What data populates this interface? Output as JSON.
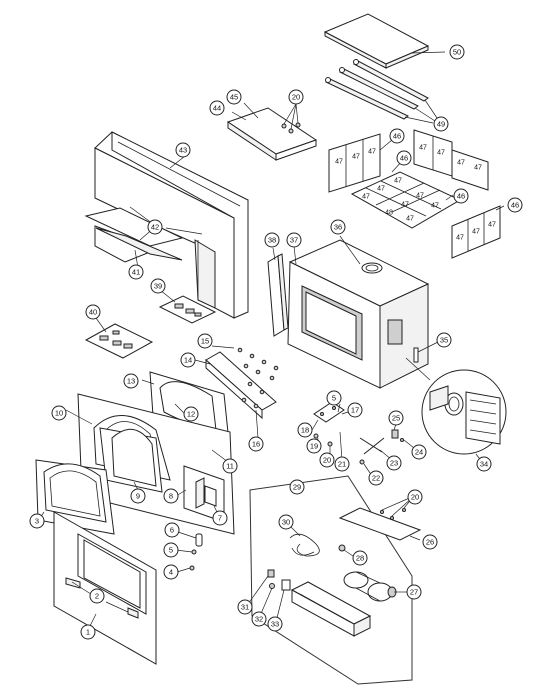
{
  "diagram": {
    "labels": {
      "p1": "1",
      "p2": "2",
      "p3": "3",
      "p4": "4",
      "p5": "5",
      "p6": "6",
      "p7": "7",
      "p8": "8",
      "p9": "9",
      "p10": "10",
      "p11": "11",
      "p12": "12",
      "p13": "13",
      "p14": "14",
      "p15": "15",
      "p16": "16",
      "p17": "17",
      "p18": "18",
      "p19": "19",
      "p20a": "20",
      "p20b": "20",
      "p20c": "20",
      "p21": "21",
      "p22": "22",
      "p23": "23",
      "p24": "24",
      "p25": "25",
      "p26": "26",
      "p27": "27",
      "p28": "28",
      "p29": "29",
      "p30": "30",
      "p31": "31",
      "p32": "32",
      "p33": "33",
      "p34": "34",
      "p35": "35",
      "p36": "36",
      "p37": "37",
      "p38": "38",
      "p39": "39",
      "p40": "40",
      "p41": "41",
      "p42": "42",
      "p43": "43",
      "p44": "44",
      "p45": "45",
      "p46a": "46",
      "p46b": "46",
      "p46c": "46",
      "p46d": "46",
      "p47": "47",
      "p48": "48",
      "p49": "49",
      "p50": "50"
    }
  }
}
